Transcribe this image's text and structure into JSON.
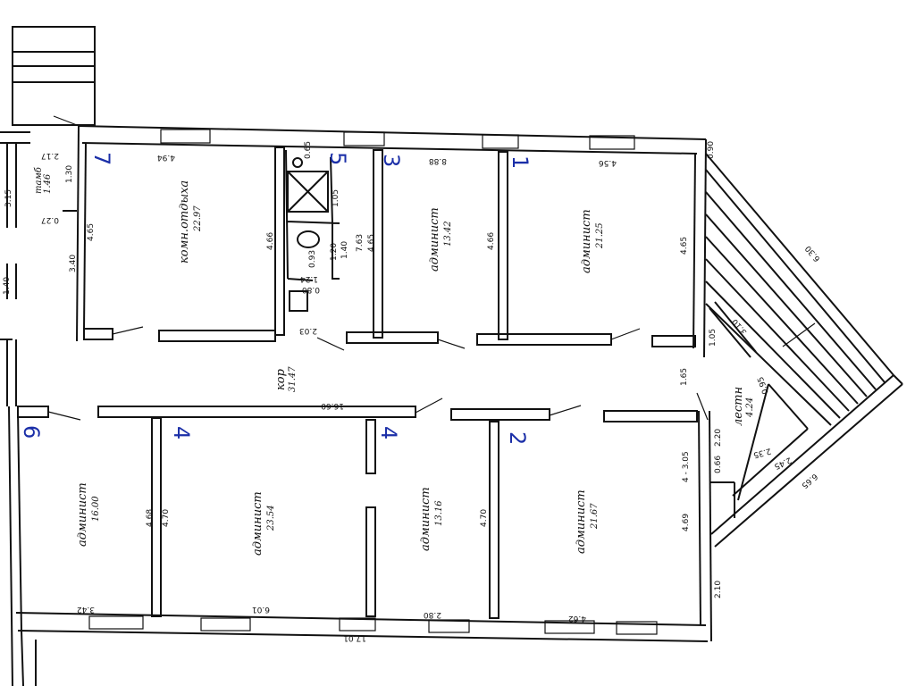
{
  "room_numbers": {
    "r7": "7",
    "r5": "5",
    "r3": "3",
    "r1": "1",
    "r6": "6",
    "r4a": "4",
    "r4b": "4",
    "r2": "2"
  },
  "rooms": {
    "rest": {
      "name": "комн.отдыха",
      "area": "22.97"
    },
    "adm3": {
      "name": "админист",
      "area": "13.42"
    },
    "adm1": {
      "name": "админист",
      "area": "21.25"
    },
    "adm6": {
      "name": "админист",
      "area": "16.00"
    },
    "adm4a": {
      "name": "админист",
      "area": "23.54"
    },
    "adm4b": {
      "name": "админист",
      "area": "13.16"
    },
    "adm2": {
      "name": "админист",
      "area": "21.67"
    },
    "corridor": {
      "name": "кор",
      "area": "31.47"
    },
    "stair": {
      "name": "лестн",
      "area": "4.24"
    },
    "vest": {
      "name": "тамб",
      "area": "1.46"
    }
  },
  "dimensions": {
    "d_4_94": "4.94",
    "d_0_65": "0.65",
    "d_8_88": "8.88",
    "d_4_56": "4.56",
    "d_0_90": "0.90",
    "d_4_65_left": "4.65",
    "d_3_40": "3.40",
    "d_4_66_a": "4.66",
    "d_4_66_b": "4.66",
    "d_4_65_right": "4.65",
    "d_2_03": "2.03",
    "d_1_05_a": "1.05",
    "d_1_05_b": "1.05",
    "d_1_65": "1.65",
    "d_7_63": "7.63",
    "d_4_65_wc": "4.65",
    "d_1_40_wc": "1.40",
    "d_1_20": "1.20",
    "d_0_93": "0.93",
    "d_1_24": "1.24",
    "d_0_80": "0.80",
    "d_16_60": "16.60",
    "d_4_68": "4.68",
    "d_4_70_a": "4.70",
    "d_4_70_b": "4.70",
    "d_3_05": "4 - 3.05",
    "d_4_69": "4.69",
    "d_2_20": "2.20",
    "d_0_66": "0.66",
    "d_2_10": "2.10",
    "d_3_42": "3.42",
    "d_6_01": "6.01",
    "d_2_80": "2.80",
    "d_4_62": "4.62",
    "d_17_01": "17.01",
    "d_6_30": "6.30",
    "d_6_65": "6.65",
    "d_3_10": "3.10",
    "d_0_95": "0.95",
    "d_2_35": "2.35",
    "d_2_45": "2.45",
    "d_2_17": "2.17",
    "d_1_30": "1.30",
    "d_0_27": "0.27",
    "d_3_15": "3.15",
    "d_1_40_left": "1.40"
  },
  "colors": {
    "ink": "#111111",
    "marker": "#1b2fa8"
  }
}
